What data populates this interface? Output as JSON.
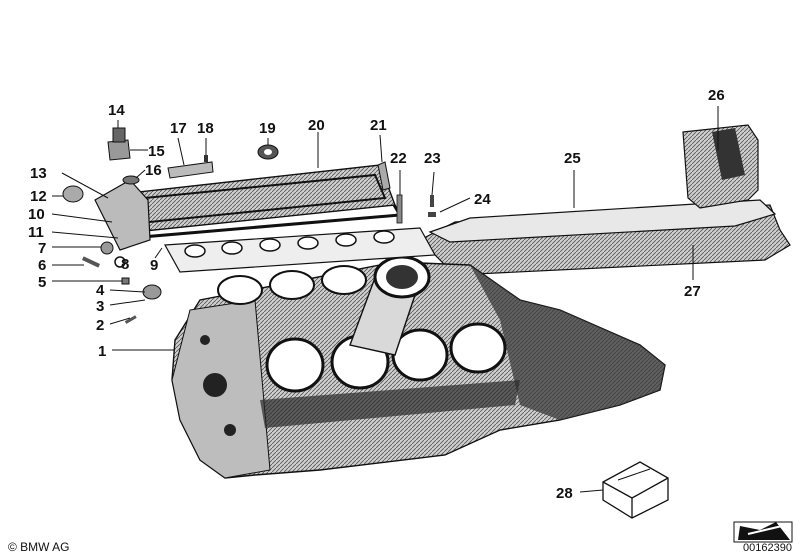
{
  "callouts": {
    "c1": "1",
    "c2": "2",
    "c3": "3",
    "c4": "4",
    "c5": "5",
    "c6": "6",
    "c7": "7",
    "c8": "8",
    "c9": "9",
    "c10": "10",
    "c11": "11",
    "c12": "12",
    "c13": "13",
    "c14": "14",
    "c15": "15",
    "c16": "16",
    "c17": "17",
    "c18": "18",
    "c19": "19",
    "c20": "20",
    "c21": "21",
    "c22": "22",
    "c23": "23",
    "c24": "24",
    "c25": "25",
    "c26": "26",
    "c27": "27",
    "c28": "28"
  },
  "footer": {
    "copyright": "© BMW AG",
    "diagram_number": "00162390"
  }
}
